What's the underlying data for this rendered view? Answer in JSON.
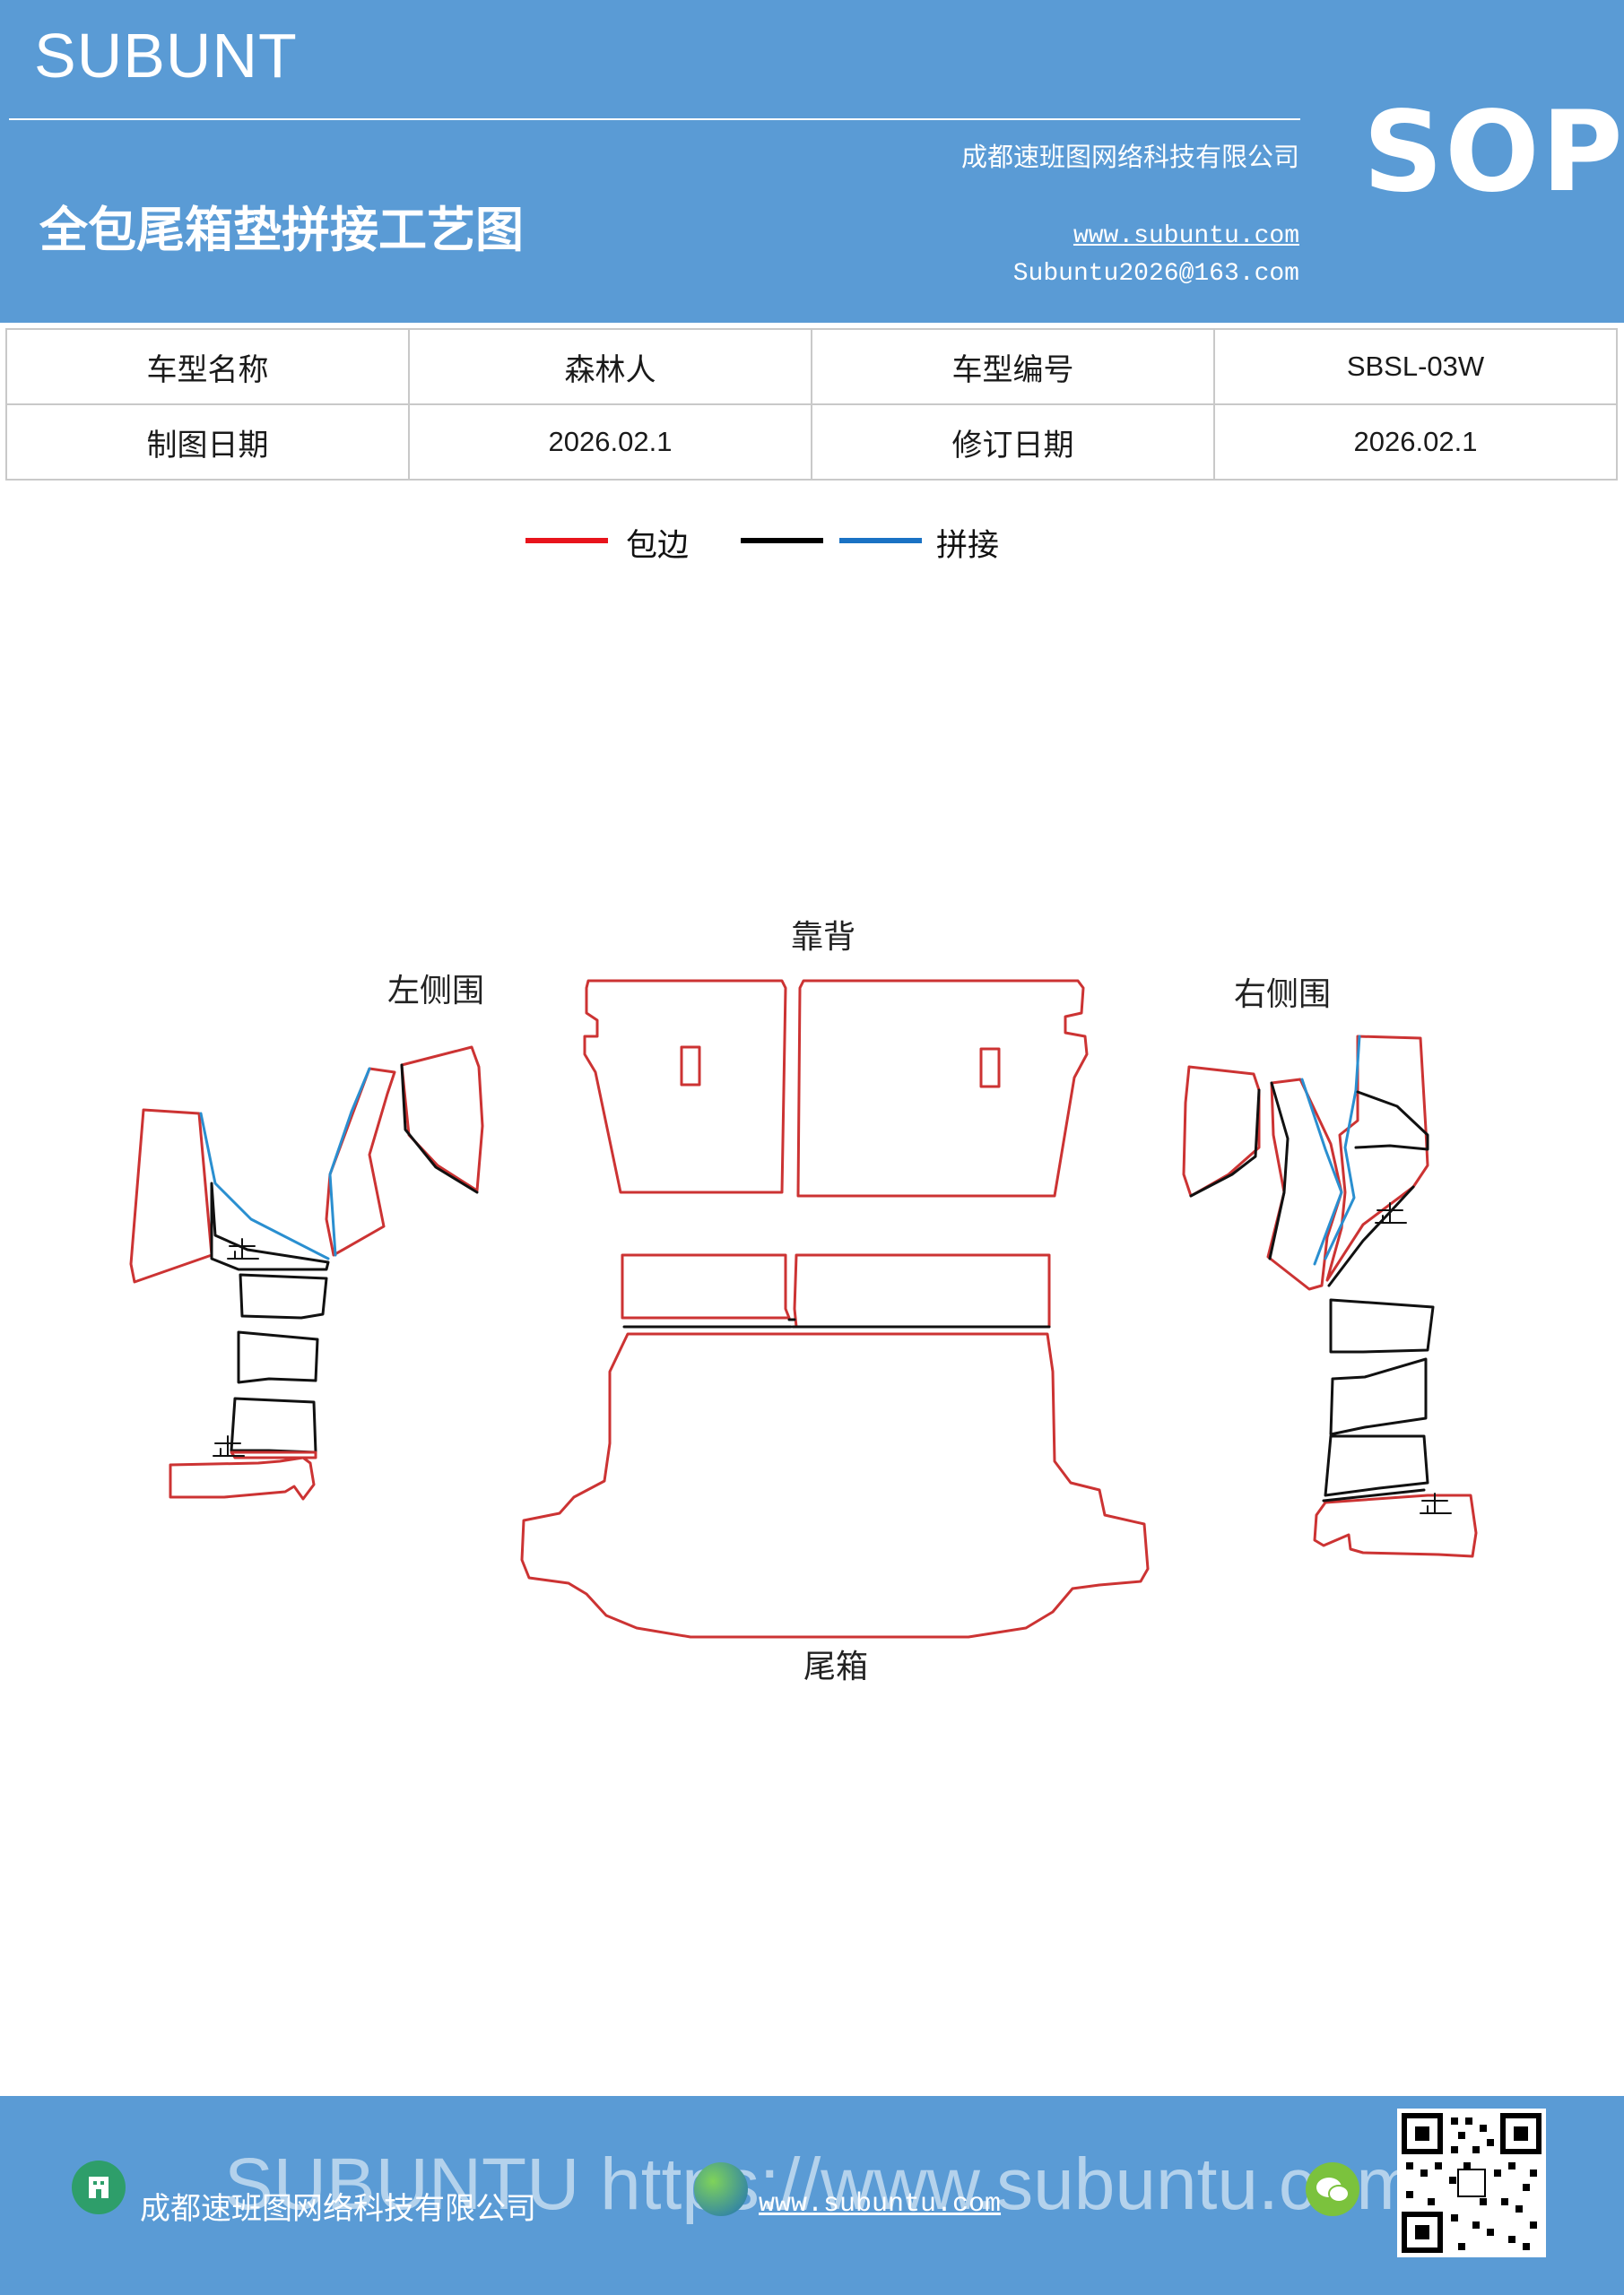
{
  "header": {
    "brand": "SUBUNT",
    "company": "成都速班图网络科技有限公司",
    "title": "全包尾箱垫拼接工艺图",
    "website": "www.subuntu.com",
    "email": "Subuntu2026@163.com",
    "badge": "SOP"
  },
  "info_table": {
    "rows": [
      [
        "车型名称",
        "森林人",
        "车型编号",
        "SBSL-03W"
      ],
      [
        "制图日期",
        "2026.02.1",
        "修订日期",
        "2026.02.1"
      ]
    ]
  },
  "legend": {
    "items": [
      {
        "label": "包边",
        "color": "#e8141c"
      },
      {
        "label": "",
        "color": "#000000"
      },
      {
        "label": "拼接",
        "color": "#1a72c4"
      }
    ]
  },
  "drawing": {
    "labels": {
      "back": "靠背",
      "left_side": "左侧围",
      "right_side": "右侧围",
      "trunk": "尾箱"
    },
    "stop_mark": "止",
    "colors": {
      "edge": "#cc3333",
      "seam": "#111111",
      "splice": "#2a8fd0"
    }
  },
  "footer": {
    "company": "成都速班图网络科技有限公司",
    "website": "www.subuntu.com",
    "watermark": "SUBUNTU https://www.subuntu.com",
    "icons": [
      "building-icon",
      "globe-icon",
      "wechat-icon",
      "qr-code"
    ]
  }
}
